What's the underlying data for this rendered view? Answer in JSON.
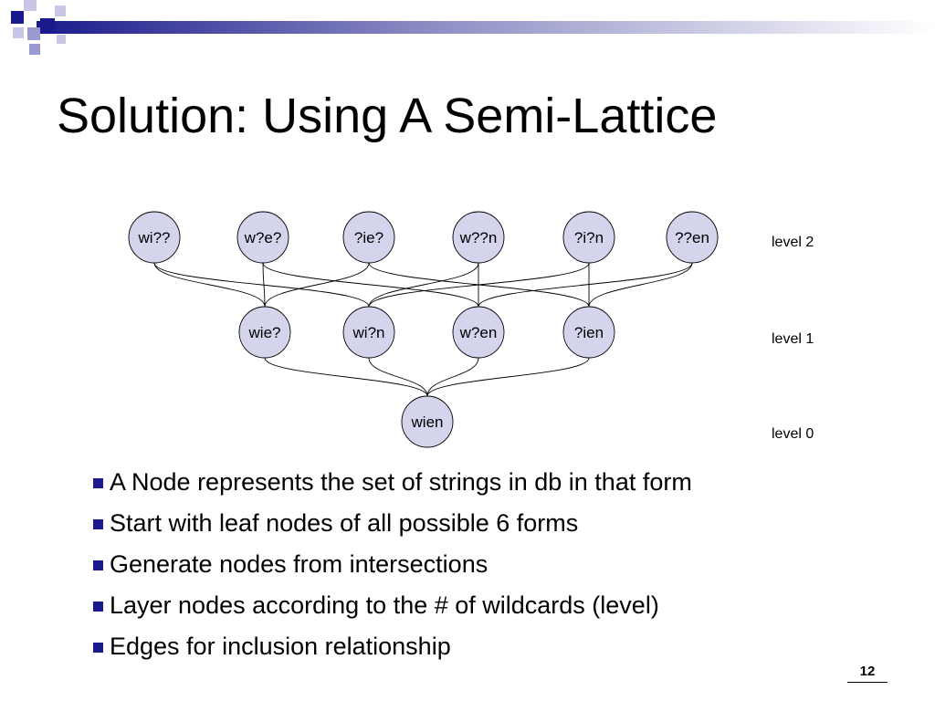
{
  "slide": {
    "title": "Solution: Using A Semi-Lattice",
    "page_number": "12",
    "accent_color": "#1a1a8c",
    "accent_light": "#9a9ad0",
    "node_fill": "#d4d4ec"
  },
  "lattice": {
    "nodes": [
      {
        "id": "n2a",
        "label": "wi??",
        "level": 2
      },
      {
        "id": "n2b",
        "label": "w?e?",
        "level": 2
      },
      {
        "id": "n2c",
        "label": "?ie?",
        "level": 2
      },
      {
        "id": "n2d",
        "label": "w??n",
        "level": 2
      },
      {
        "id": "n2e",
        "label": "?i?n",
        "level": 2
      },
      {
        "id": "n2f",
        "label": "??en",
        "level": 2
      },
      {
        "id": "n1a",
        "label": "wie?",
        "level": 1
      },
      {
        "id": "n1b",
        "label": "wi?n",
        "level": 1
      },
      {
        "id": "n1c",
        "label": "w?en",
        "level": 1
      },
      {
        "id": "n1d",
        "label": "?ien",
        "level": 1
      },
      {
        "id": "n0a",
        "label": "wien",
        "level": 0
      }
    ],
    "edges": [
      [
        "n2a",
        "n1a"
      ],
      [
        "n2a",
        "n1b"
      ],
      [
        "n2b",
        "n1a"
      ],
      [
        "n2b",
        "n1c"
      ],
      [
        "n2c",
        "n1a"
      ],
      [
        "n2c",
        "n1d"
      ],
      [
        "n2d",
        "n1b"
      ],
      [
        "n2d",
        "n1c"
      ],
      [
        "n2e",
        "n1b"
      ],
      [
        "n2e",
        "n1d"
      ],
      [
        "n2f",
        "n1c"
      ],
      [
        "n2f",
        "n1d"
      ],
      [
        "n1a",
        "n0a"
      ],
      [
        "n1b",
        "n0a"
      ],
      [
        "n1c",
        "n0a"
      ],
      [
        "n1d",
        "n0a"
      ]
    ],
    "level_labels": [
      {
        "level": 2,
        "text": "level 2"
      },
      {
        "level": 1,
        "text": "level 1"
      },
      {
        "level": 0,
        "text": "level 0"
      }
    ]
  },
  "bullets": [
    "A Node represents the set of strings in db in that form",
    "Start with leaf nodes of all possible 6 forms",
    "Generate nodes from intersections",
    "Layer nodes according to the # of wildcards (level)",
    "Edges for inclusion relationship"
  ]
}
